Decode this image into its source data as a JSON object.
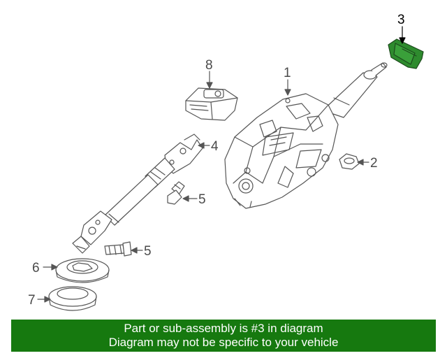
{
  "diagram": {
    "callouts": {
      "p1": "1",
      "p2": "2",
      "p3": "3",
      "p4": "4",
      "p5a": "5",
      "p5b": "5",
      "p6": "6",
      "p7": "7",
      "p8": "8"
    },
    "colors": {
      "line": "#555555",
      "highlight": "#2e8b2e",
      "banner": "#16790f"
    }
  },
  "banner": {
    "line1": "Part or sub-assembly is #3 in diagram",
    "line2": "Diagram may not be specific to your vehicle"
  }
}
